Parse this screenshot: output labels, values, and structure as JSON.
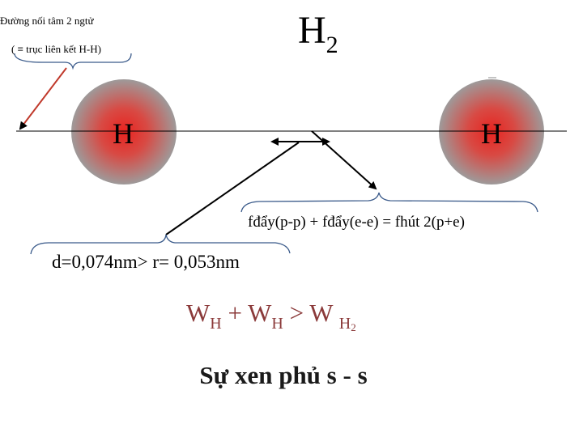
{
  "header": {
    "note_line1": "Đường nối tâm 2 ngtử",
    "note_line2": "( ≡ trục liên kết H-H)",
    "molecule": "H",
    "molecule_subscript": "2"
  },
  "atoms": [
    {
      "label": "H"
    },
    {
      "label": "H"
    }
  ],
  "equation": "fđẩy(p-p) + fđẩy(e-e) = fhút 2(p+e)",
  "distance": "d=0,074nm> r= 0,053nm",
  "energy": {
    "w1": "W",
    "s1": "H",
    "plus": " + ",
    "w2": "W",
    "s2": "H",
    "gt": " > W ",
    "s3": "H",
    "s3sub": "2"
  },
  "overlap": "Sự xen phủ s - s",
  "colors": {
    "atom_center": "#e8231f",
    "atom_edge": "#9e9a9a",
    "arrow": "#000000"
  }
}
